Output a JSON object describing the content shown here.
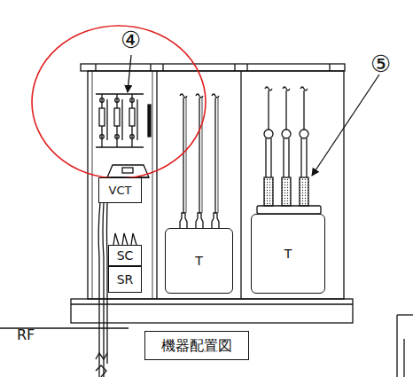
{
  "diagram": {
    "nodes": [
      {
        "text": [
          "VCT"
        ]
      },
      {
        "text": [
          "SC"
        ]
      },
      {
        "text": [
          "SR"
        ]
      },
      {
        "text": [
          "T"
        ]
      },
      {
        "text": [
          "T"
        ]
      },
      {
        "text": [
          "機器配置図"
        ]
      }
    ],
    "labels": [
      "④",
      "⑤",
      "RF"
    ]
  }
}
